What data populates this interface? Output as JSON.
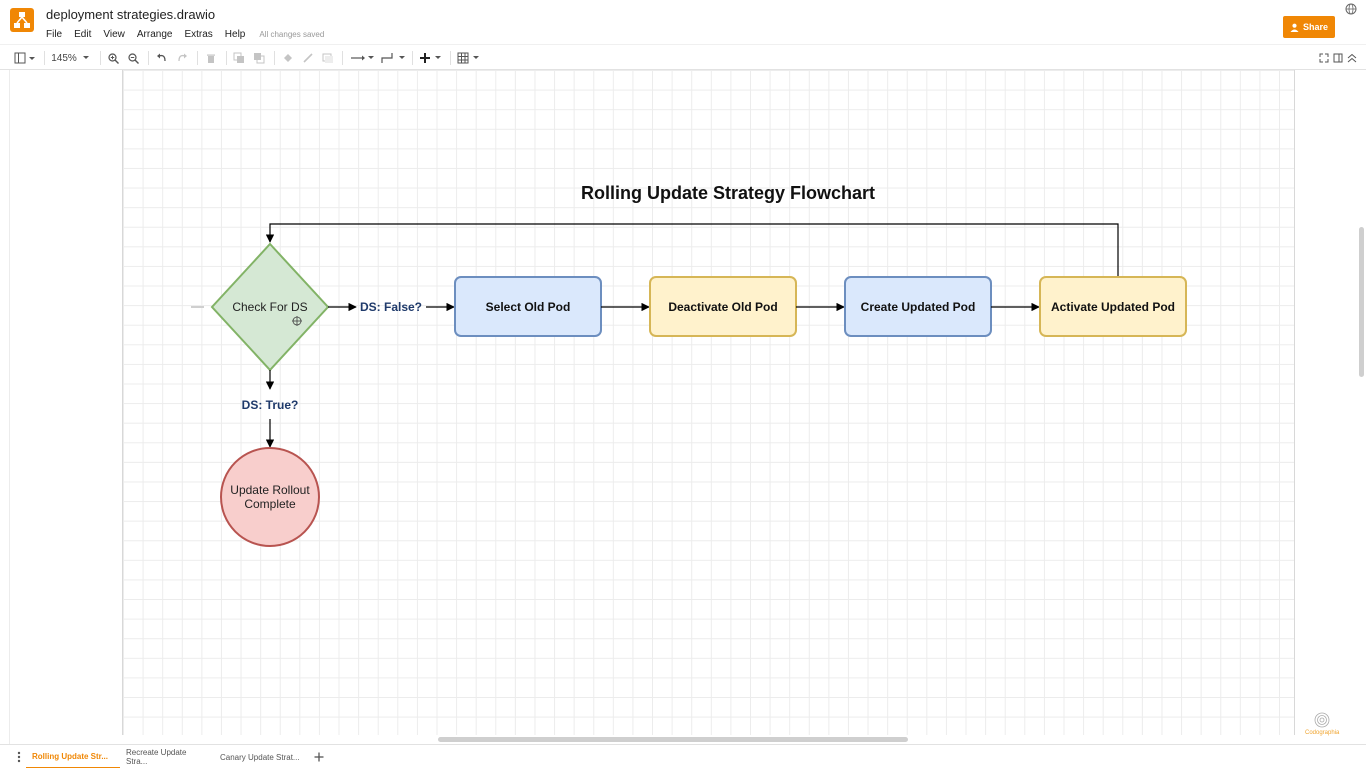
{
  "app": {
    "doc_title": "deployment strategies.drawio",
    "save_status": "All changes saved",
    "share_label": "Share",
    "brand_color": "#f08705"
  },
  "menu": [
    "File",
    "Edit",
    "View",
    "Arrange",
    "Extras",
    "Help"
  ],
  "toolbar": {
    "zoom": "145%"
  },
  "diagram": {
    "title": "Rolling Update Strategy Flowchart",
    "decision": "Check For DS",
    "label_false": "DS: False?",
    "label_true": "DS: True?",
    "end_line1": "Update Rollout",
    "end_line2": "Complete",
    "steps": [
      "Select Old Pod",
      "Deactivate Old Pod",
      "Create Updated Pod",
      "Activate Updated Pod"
    ],
    "colors": {
      "decision_fill": "#d5e8d4",
      "decision_stroke": "#82b366",
      "blue_fill": "#dae8fc",
      "blue_stroke": "#6c8ebf",
      "yellow_fill": "#fff2cc",
      "yellow_stroke": "#d6b656",
      "end_fill": "#f8cecc",
      "end_stroke": "#b85450",
      "edge_label": "#1f3a6b"
    }
  },
  "pages": [
    "Rolling Update Str...",
    "Recreate Update Stra...",
    "Canary Update Strat..."
  ],
  "watermark": "Codographia"
}
